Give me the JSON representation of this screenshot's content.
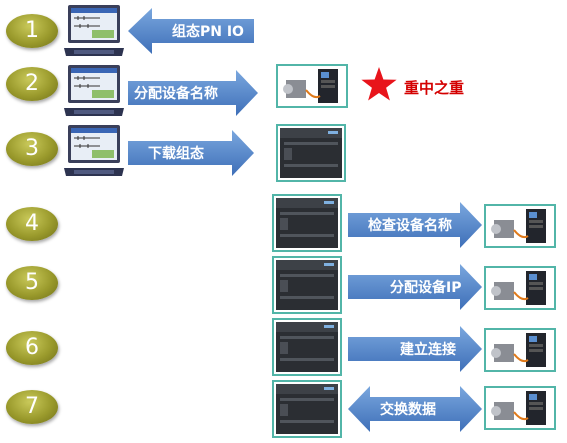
{
  "steps": [
    {
      "number": "1",
      "label": "组态PN IO"
    },
    {
      "number": "2",
      "label": "分配设备名称"
    },
    {
      "number": "3",
      "label": "下载组态"
    },
    {
      "number": "4",
      "label": "检查设备名称"
    },
    {
      "number": "5",
      "label": "分配设备IP"
    },
    {
      "number": "6",
      "label": "建立连接"
    },
    {
      "number": "7",
      "label": "交换数据"
    }
  ],
  "highlight": {
    "label": "重中之重",
    "icon": "red-star-icon",
    "color": "#e8141b"
  },
  "colors": {
    "arrow": "#4a7ec4",
    "arrow_light": "#7aa7de",
    "badge": "#9a9a2c",
    "frame": "#52b5a8"
  }
}
